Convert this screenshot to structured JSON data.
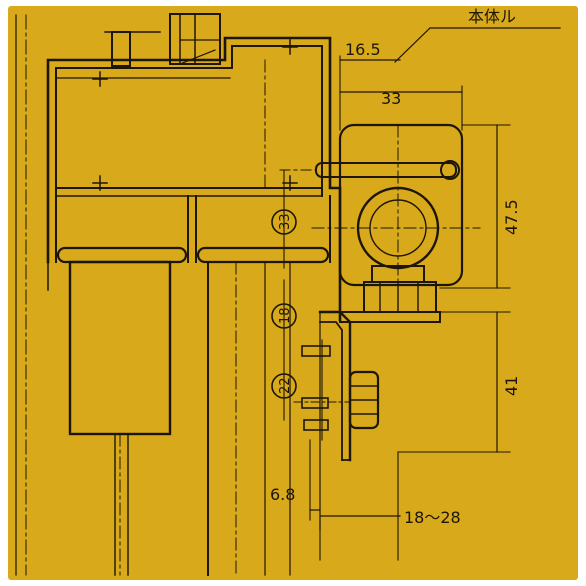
{
  "header_fragment": "本体ル",
  "dimensions": {
    "d_16_5": "16.5",
    "d_33": "33",
    "d_47_5": "47.5",
    "d_41": "41",
    "d_6_8": "6.8",
    "d_18_28": "18～28"
  },
  "circled": {
    "c33": "33",
    "c18": "18",
    "c22": "22"
  },
  "colors": {
    "paper": "#d8a91a",
    "ink": "#1d1608"
  }
}
